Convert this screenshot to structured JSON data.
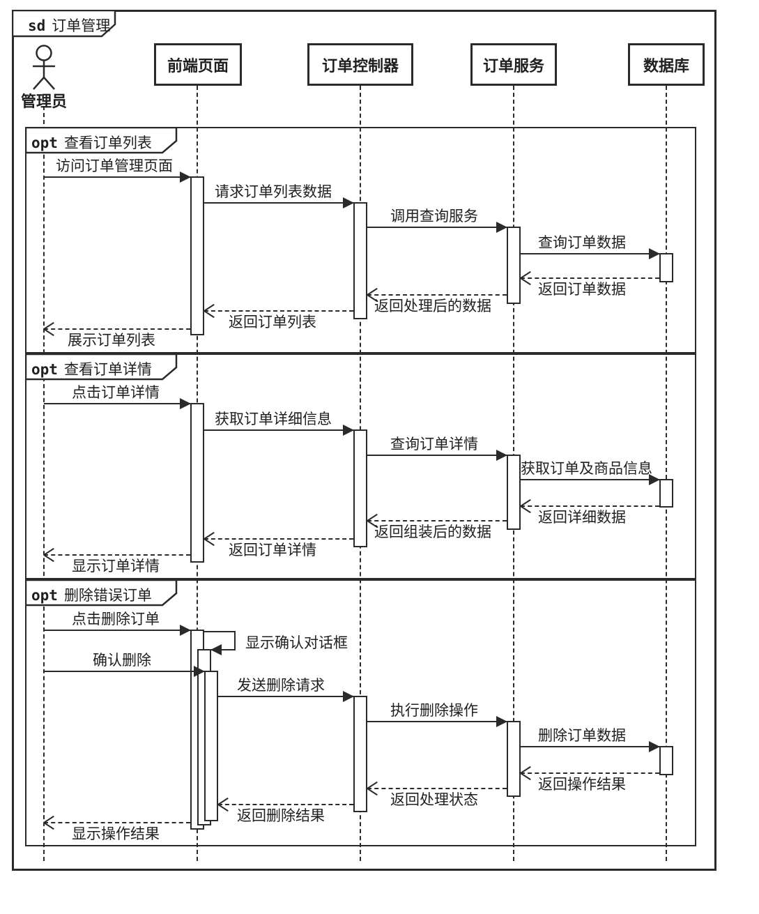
{
  "diagram": {
    "keyword": "sd",
    "title": "订单管理"
  },
  "participants": [
    {
      "name": "管理员",
      "type": "actor"
    },
    {
      "name": "前端页面",
      "type": "object"
    },
    {
      "name": "订单控制器",
      "type": "object"
    },
    {
      "name": "订单服务",
      "type": "object"
    },
    {
      "name": "数据库",
      "type": "object"
    }
  ],
  "colors": {
    "line": "#2a2a2a",
    "background": "#ffffff",
    "text": "#1f1f1f"
  },
  "fragments": [
    {
      "keyword": "opt",
      "label": "查看订单列表",
      "messages": [
        {
          "text": "访问订单管理页面",
          "from": "管理员",
          "to": "前端页面",
          "style": "sync"
        },
        {
          "text": "请求订单列表数据",
          "from": "前端页面",
          "to": "订单控制器",
          "style": "sync"
        },
        {
          "text": "调用查询服务",
          "from": "订单控制器",
          "to": "订单服务",
          "style": "sync"
        },
        {
          "text": "查询订单数据",
          "from": "订单服务",
          "to": "数据库",
          "style": "sync"
        },
        {
          "text": "返回订单数据",
          "from": "数据库",
          "to": "订单服务",
          "style": "return"
        },
        {
          "text": "返回处理后的数据",
          "from": "订单服务",
          "to": "订单控制器",
          "style": "return"
        },
        {
          "text": "返回订单列表",
          "from": "订单控制器",
          "to": "前端页面",
          "style": "return"
        },
        {
          "text": "展示订单列表",
          "from": "前端页面",
          "to": "管理员",
          "style": "return"
        }
      ]
    },
    {
      "keyword": "opt",
      "label": "查看订单详情",
      "messages": [
        {
          "text": "点击订单详情",
          "from": "管理员",
          "to": "前端页面",
          "style": "sync"
        },
        {
          "text": "获取订单详细信息",
          "from": "前端页面",
          "to": "订单控制器",
          "style": "sync"
        },
        {
          "text": "查询订单详情",
          "from": "订单控制器",
          "to": "订单服务",
          "style": "sync"
        },
        {
          "text": "获取订单及商品信息",
          "from": "订单服务",
          "to": "数据库",
          "style": "sync"
        },
        {
          "text": "返回详细数据",
          "from": "数据库",
          "to": "订单服务",
          "style": "return"
        },
        {
          "text": "返回组装后的数据",
          "from": "订单服务",
          "to": "订单控制器",
          "style": "return"
        },
        {
          "text": "返回订单详情",
          "from": "订单控制器",
          "to": "前端页面",
          "style": "return"
        },
        {
          "text": "显示订单详情",
          "from": "前端页面",
          "to": "管理员",
          "style": "return"
        }
      ]
    },
    {
      "keyword": "opt",
      "label": "删除错误订单",
      "messages": [
        {
          "text": "点击删除订单",
          "from": "管理员",
          "to": "前端页面",
          "style": "sync"
        },
        {
          "text": "显示确认对话框",
          "from": "前端页面",
          "to": "前端页面",
          "style": "self"
        },
        {
          "text": "确认删除",
          "from": "管理员",
          "to": "前端页面",
          "style": "sync"
        },
        {
          "text": "发送删除请求",
          "from": "前端页面",
          "to": "订单控制器",
          "style": "sync"
        },
        {
          "text": "执行删除操作",
          "from": "订单控制器",
          "to": "订单服务",
          "style": "sync"
        },
        {
          "text": "删除订单数据",
          "from": "订单服务",
          "to": "数据库",
          "style": "sync"
        },
        {
          "text": "返回操作结果",
          "from": "数据库",
          "to": "订单服务",
          "style": "return"
        },
        {
          "text": "返回处理状态",
          "from": "订单服务",
          "to": "订单控制器",
          "style": "return"
        },
        {
          "text": "返回删除结果",
          "from": "订单控制器",
          "to": "前端页面",
          "style": "return"
        },
        {
          "text": "显示操作结果",
          "from": "前端页面",
          "to": "管理员",
          "style": "return"
        }
      ]
    }
  ]
}
